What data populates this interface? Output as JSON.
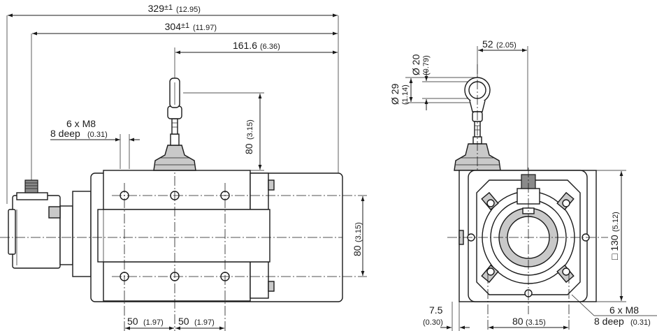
{
  "side_view": {
    "overall_length": {
      "value": "329",
      "tol": "±1",
      "inch": "(12.95)"
    },
    "housing_length": {
      "value": "304",
      "tol": "±1",
      "inch": "(11.97)"
    },
    "cable_exit_distance": {
      "value": "161.6",
      "inch": "(6.36)"
    },
    "cable_height": {
      "value": "80",
      "inch": "(3.15)"
    },
    "mount_hole_distance": {
      "value": "80",
      "inch": "(3.15)"
    },
    "hole_thread": "6 x M8",
    "hole_depth": {
      "value": "8 deep",
      "inch": "(0.31)"
    },
    "pitch_1": {
      "value": "50",
      "inch": "(1.97)"
    },
    "pitch_2": {
      "value": "50",
      "inch": "(1.97)"
    }
  },
  "front_view": {
    "eye_offset": {
      "value": "52",
      "inch": "(2.05)"
    },
    "eye_inner_dia": {
      "value": "Ø 20",
      "inch": "(0.79)"
    },
    "eye_outer_dia": {
      "value": "Ø 29",
      "inch": "(1.14)"
    },
    "square_size": {
      "value": "□ 130",
      "inch": "(5.12)"
    },
    "edge_offset": {
      "value": "7.5",
      "inch": "(0.30)"
    },
    "hole_spacing": {
      "value": "80",
      "inch": "(3.15)"
    },
    "hole_thread": "6 x M8",
    "hole_depth": {
      "value": "8 deep",
      "inch": "(0.31)"
    }
  }
}
